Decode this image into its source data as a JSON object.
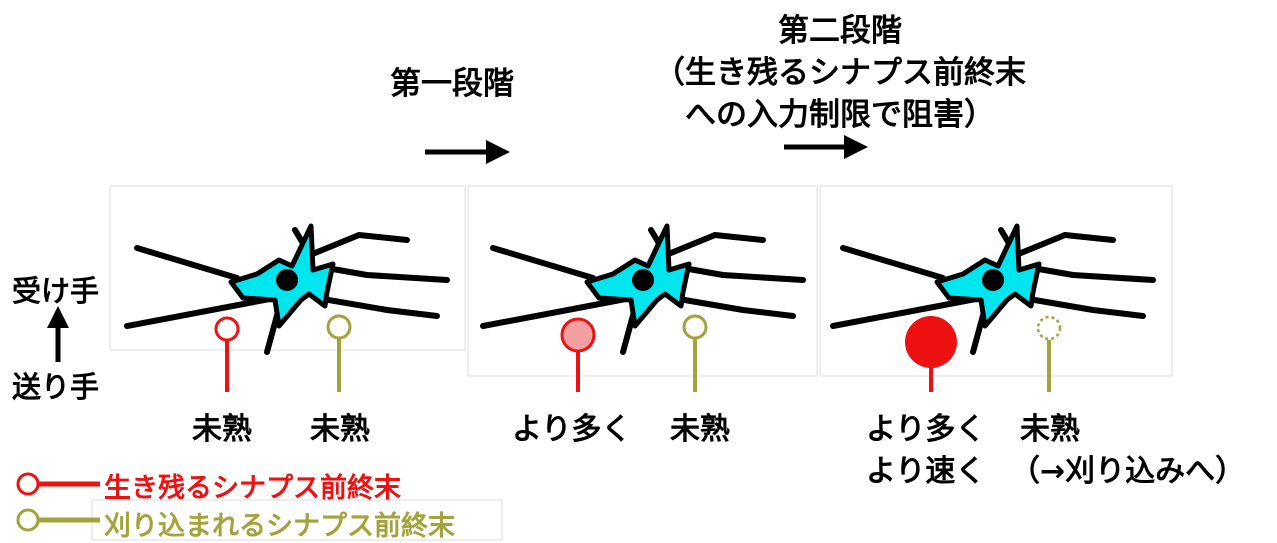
{
  "header": {
    "stage1": "第一段階",
    "stage2_lines": [
      "第二段階",
      "（生き残るシナプス前終末",
      "への入力制限で阻害）"
    ]
  },
  "axis": {
    "receiver": "受け手",
    "sender": "送り手"
  },
  "panels": [
    {
      "labels": [
        "未熟",
        "未熟"
      ]
    },
    {
      "labels": [
        "より多く",
        "未熟"
      ]
    },
    {
      "labels": [
        "より多く",
        "未熟",
        "より速く",
        "（→刈り込みへ）"
      ]
    }
  ],
  "legend": {
    "surviving": "生き残るシナプス前終末",
    "pruned": "刈り込まれるシナプス前終末"
  },
  "colors": {
    "cell_body": "#00e5ee",
    "surviving": "#ee1111",
    "surviving_light": "#f4a0a0",
    "pruned": "#a3a33b"
  }
}
